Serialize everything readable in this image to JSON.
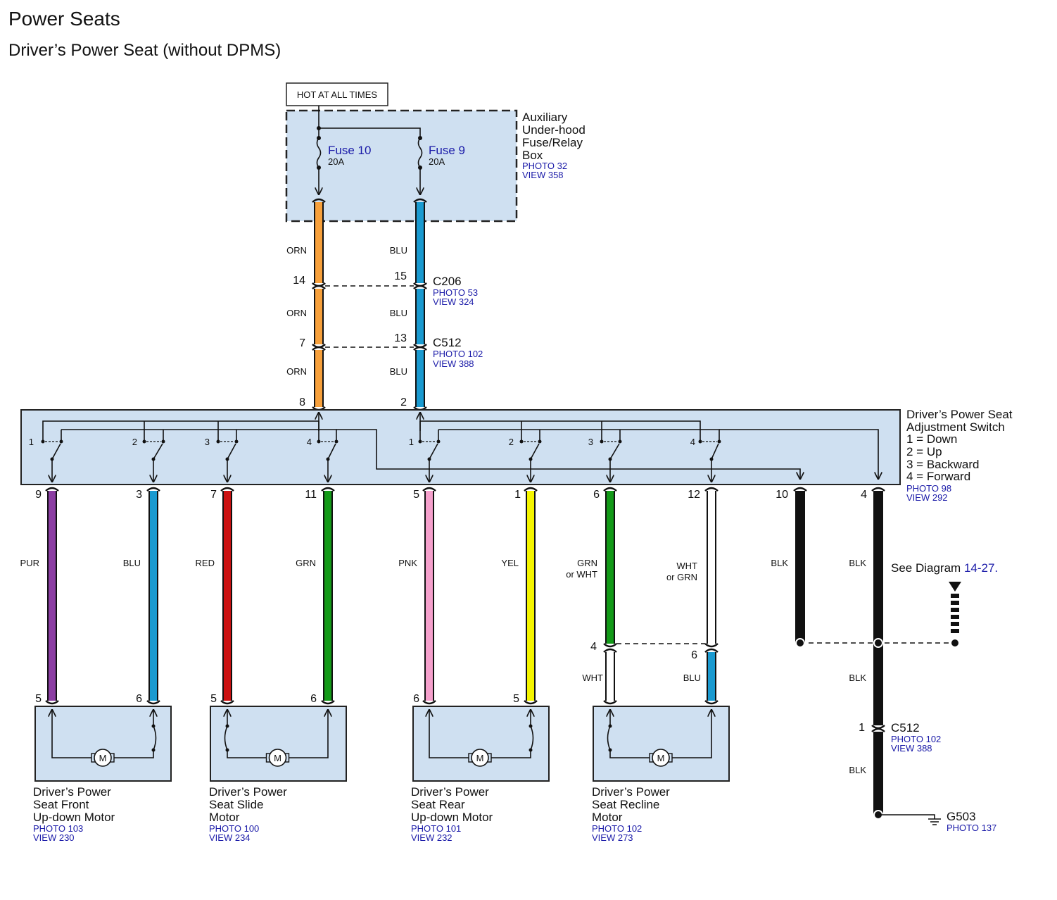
{
  "page": {
    "title": "Power Seats",
    "subtitle": "Driver’s Power Seat (without DPMS)"
  },
  "power_source": {
    "label": "HOT AT ALL TIMES"
  },
  "fuse_box": {
    "name_lines": [
      "Auxiliary",
      "Under-hood",
      "Fuse/Relay",
      "Box"
    ],
    "photo": "PHOTO 32",
    "view": "VIEW 358",
    "fuses": [
      {
        "name": "Fuse 10",
        "rating": "20A"
      },
      {
        "name": "Fuse 9",
        "rating": "20A"
      }
    ]
  },
  "connectors": {
    "c206": {
      "name": "C206",
      "photo": "PHOTO 53",
      "view": "VIEW 324",
      "pins": [
        "14",
        "15"
      ]
    },
    "c512_upper": {
      "name": "C512",
      "photo": "PHOTO 102",
      "view": "VIEW 388",
      "pins": [
        "7",
        "13"
      ]
    },
    "c512_lower": {
      "name": "C512",
      "photo": "PHOTO 102",
      "view": "VIEW 388",
      "pin": "1"
    }
  },
  "supply_wires": [
    {
      "color_name": "ORN",
      "color": "#f7a03b",
      "segments": [
        "ORN",
        "ORN",
        "ORN"
      ],
      "switch_pin": "8"
    },
    {
      "color_name": "BLU",
      "color": "#1a9ad0",
      "segments": [
        "BLU",
        "BLU",
        "BLU"
      ],
      "switch_pin": "2"
    }
  ],
  "switch": {
    "name_lines": [
      "Driver’s Power Seat",
      "Adjustment Switch"
    ],
    "legend": [
      "1 = Down",
      "2 = Up",
      "3 = Backward",
      "4 = Forward"
    ],
    "photo": "PHOTO 98",
    "view": "VIEW 292",
    "positions_left": [
      "1",
      "2",
      "3",
      "4"
    ],
    "positions_right": [
      "1",
      "2",
      "3",
      "4"
    ]
  },
  "output_wires": [
    {
      "pin": "9",
      "label": "PUR",
      "color": "#8c3ea3",
      "motor_pin": "5"
    },
    {
      "pin": "3",
      "label": "BLU",
      "color": "#1a9ad0",
      "motor_pin": "6"
    },
    {
      "pin": "7",
      "label": "RED",
      "color": "#cc1111",
      "motor_pin": "5"
    },
    {
      "pin": "11",
      "label": "GRN",
      "color": "#139a18",
      "motor_pin": "6"
    },
    {
      "pin": "5",
      "label": "PNK",
      "color": "#f5a0cc",
      "motor_pin": "6"
    },
    {
      "pin": "1",
      "label": "YEL",
      "color": "#f5f500",
      "motor_pin": "5"
    },
    {
      "pin": "6",
      "label": "GRN",
      "label2": "or WHT",
      "color": "#139a18",
      "splice_pin": "4",
      "lower_label": "WHT",
      "lower_color": "#ffffff"
    },
    {
      "pin": "12",
      "label": "WHT",
      "label2": "or GRN",
      "color": "#ffffff",
      "splice_pin": "6",
      "lower_label": "BLU",
      "lower_color": "#1a9ad0"
    },
    {
      "pin": "10",
      "label": "BLK",
      "color": "#111111"
    },
    {
      "pin": "4",
      "label": "BLK",
      "color": "#111111"
    }
  ],
  "see_diagram": {
    "text": "See Diagram ",
    "ref": "14-27",
    "suffix": "."
  },
  "ground_wires": [
    "BLK",
    "BLK"
  ],
  "ground": {
    "name": "G503",
    "photo": "PHOTO 137"
  },
  "motors": [
    {
      "lines": [
        "Driver’s Power",
        "Seat Front",
        "Up-down Motor"
      ],
      "photo": "PHOTO 103",
      "view": "VIEW 230"
    },
    {
      "lines": [
        "Driver’s Power",
        "Seat Slide",
        "Motor"
      ],
      "photo": "PHOTO 100",
      "view": "VIEW 234"
    },
    {
      "lines": [
        "Driver’s Power",
        "Seat Rear",
        "Up-down Motor"
      ],
      "photo": "PHOTO 101",
      "view": "VIEW 232"
    },
    {
      "lines": [
        "Driver’s Power",
        "Seat Recline",
        "Motor"
      ],
      "photo": "PHOTO 102",
      "view": "VIEW 273"
    }
  ],
  "motor_symbol": "M"
}
